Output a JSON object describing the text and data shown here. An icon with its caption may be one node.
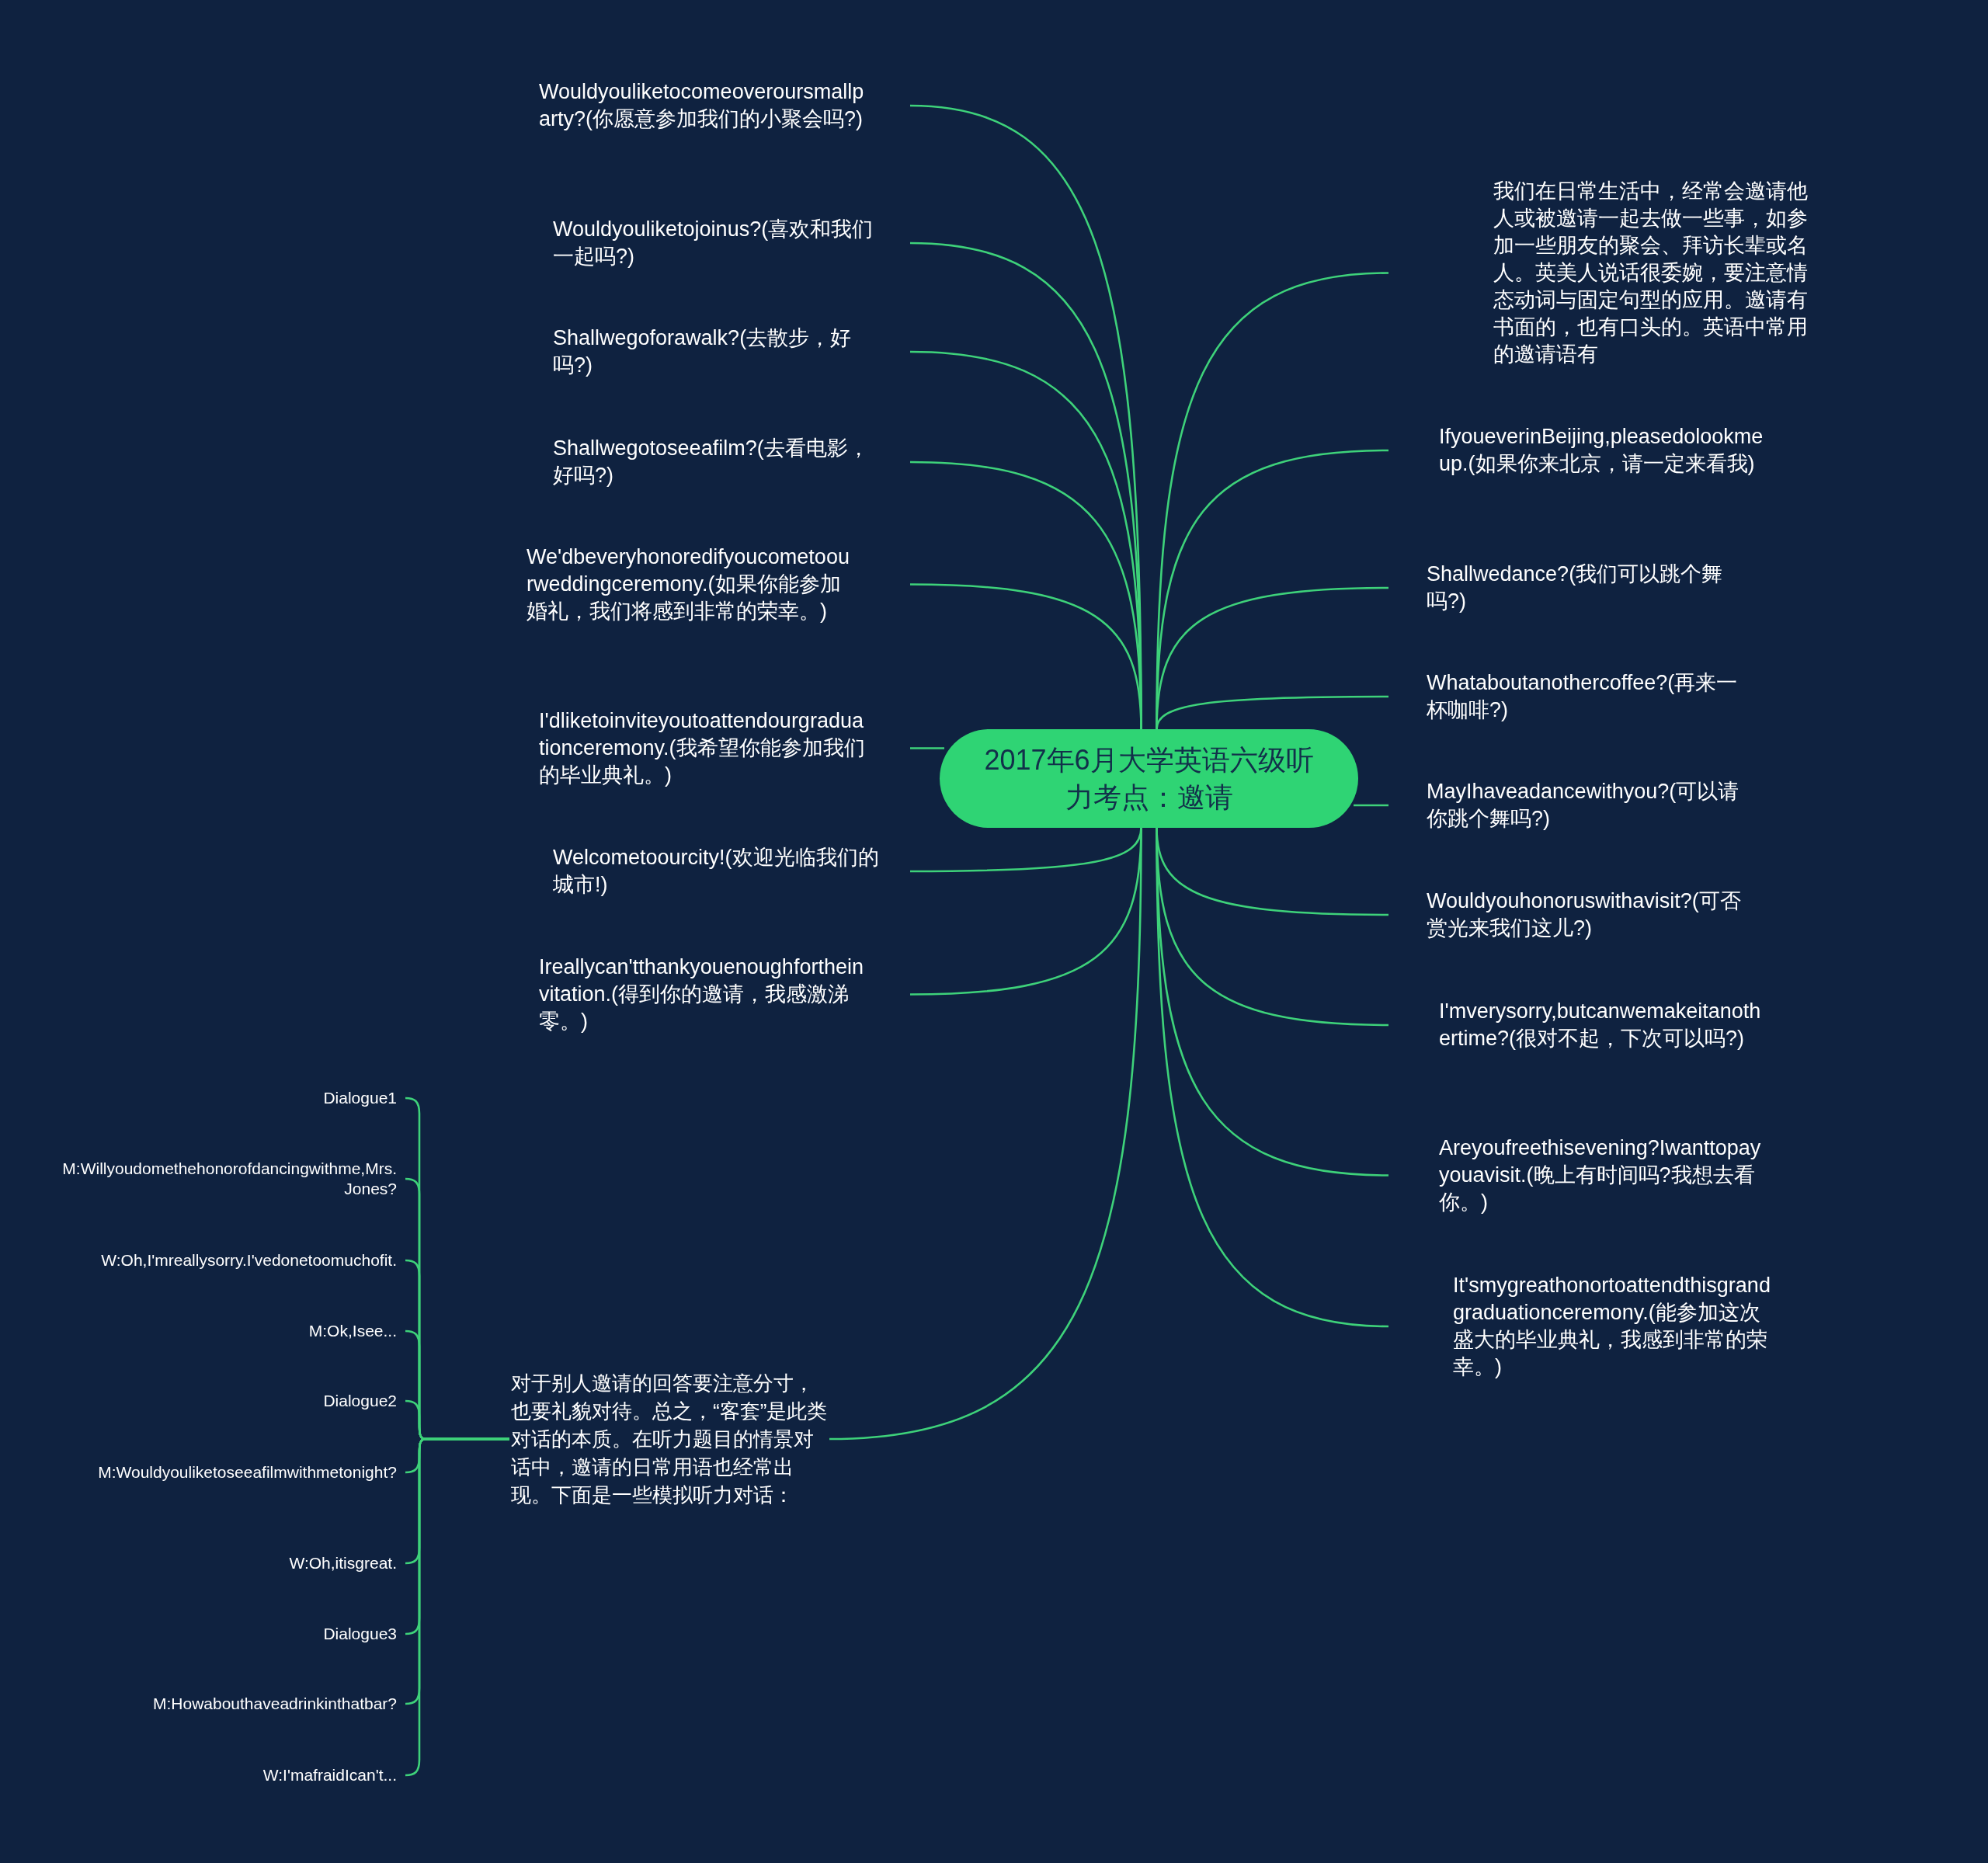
{
  "diagram": {
    "nodes": [
      {
        "text": [
          "2017年6月大学英语六级听力考点：邀请"
        ]
      },
      {
        "text": [
          "Wouldyouliketocomeoveroursmallparty?(你愿意参加我们的小聚会吗?)"
        ]
      },
      {
        "text": [
          "Wouldyouliketojoinus?(喜欢和我们一起吗?)"
        ]
      },
      {
        "text": [
          "Shallwegoforawalk?(去散步，好吗?)"
        ]
      },
      {
        "text": [
          "Shallwegotoseeafilm?(去看电影，好吗?)"
        ]
      },
      {
        "text": [
          "We'dbeveryhonoredifyoucometoourweddingceremony.(如果你能参加婚礼，我们将感到非常的荣幸。)"
        ]
      },
      {
        "text": [
          "I'dliketoinviteyoutoattendourgraduationceremony.(我希望你能参加我们的毕业典礼。)"
        ]
      },
      {
        "text": [
          "Welcometoourcity!(欢迎光临我们的城市!)"
        ]
      },
      {
        "text": [
          "Ireallycan'tthankyouenoughfortheinvitation.(得到你的邀请，我感激涕零。)"
        ]
      },
      {
        "text": [
          "对于别人邀请的回答要注意分寸，也要礼貌对待。总之，“客套”是此类对话的本质。在听力题目的情景对话中，邀请的日常用语也经常出现。下面是一些模拟听力对话："
        ]
      },
      {
        "text": [
          "Dialogue1"
        ]
      },
      {
        "text": [
          "M:Willyoudomethehonorofdancingwithme,Mrs.Jones?"
        ]
      },
      {
        "text": [
          "W:Oh,I'mreallysorry.I'vedonetoomuchofit."
        ]
      },
      {
        "text": [
          "M:Ok,Isee..."
        ]
      },
      {
        "text": [
          "Dialogue2"
        ]
      },
      {
        "text": [
          "M:Wouldyouliketoseeafilmwithmetonight?"
        ]
      },
      {
        "text": [
          "W:Oh,itisgreat."
        ]
      },
      {
        "text": [
          "Dialogue3"
        ]
      },
      {
        "text": [
          "M:Howabouthaveadrinkinthatbar?"
        ]
      },
      {
        "text": [
          "W:I'mafraidIcan't..."
        ]
      },
      {
        "text": [
          "我们在日常生活中，经常会邀请他人或被邀请一起去做一些事，如参加一些朋友的聚会、拜访长辈或名人。英美人说话很委婉，要注意情态动词与固定句型的应用。邀请有书面的，也有口头的。英语中常用的邀请语有"
        ]
      },
      {
        "text": [
          "IfyoueverinBeijing,pleasedolookmeup.(如果你来北京，请一定来看我)"
        ]
      },
      {
        "text": [
          "Shallwedance?(我们可以跳个舞吗?)"
        ]
      },
      {
        "text": [
          "Whataboutanothercoffee?(再来一杯咖啡?)"
        ]
      },
      {
        "text": [
          "MayIhaveadancewithyou?(可以请你跳个舞吗?)"
        ]
      },
      {
        "text": [
          "Wouldyouhonoruswithavisit?(可否赏光来我们这儿?)"
        ]
      },
      {
        "text": [
          "I'mverysorry,butcanwemakeitanothertime?(很对不起，下次可以吗?)"
        ]
      },
      {
        "text": [
          "Areyoufreethisevening?Iwanttopayyouavisit.(晚上有时间吗?我想去看你。)"
        ]
      },
      {
        "text": [
          "It'smygreathonortoattendthisgrandgraduationceremony.(能参加这次盛大的毕业典礼，我感到非常的荣幸。)"
        ]
      }
    ],
    "edges": [
      {
        "from": 0,
        "to": 1,
        "arrow": "none"
      },
      {
        "from": 0,
        "to": 2,
        "arrow": "none"
      },
      {
        "from": 0,
        "to": 3,
        "arrow": "none"
      },
      {
        "from": 0,
        "to": 4,
        "arrow": "none"
      },
      {
        "from": 0,
        "to": 5,
        "arrow": "none"
      },
      {
        "from": 0,
        "to": 6,
        "arrow": "none"
      },
      {
        "from": 0,
        "to": 7,
        "arrow": "none"
      },
      {
        "from": 0,
        "to": 8,
        "arrow": "none"
      },
      {
        "from": 0,
        "to": 9,
        "arrow": "none"
      },
      {
        "from": 9,
        "to": 10,
        "arrow": "none"
      },
      {
        "from": 9,
        "to": 11,
        "arrow": "none"
      },
      {
        "from": 9,
        "to": 12,
        "arrow": "none"
      },
      {
        "from": 9,
        "to": 13,
        "arrow": "none"
      },
      {
        "from": 9,
        "to": 14,
        "arrow": "none"
      },
      {
        "from": 9,
        "to": 15,
        "arrow": "none"
      },
      {
        "from": 9,
        "to": 16,
        "arrow": "none"
      },
      {
        "from": 9,
        "to": 17,
        "arrow": "none"
      },
      {
        "from": 9,
        "to": 18,
        "arrow": "none"
      },
      {
        "from": 9,
        "to": 19,
        "arrow": "none"
      },
      {
        "from": 0,
        "to": 20,
        "arrow": "none"
      },
      {
        "from": 0,
        "to": 21,
        "arrow": "none"
      },
      {
        "from": 0,
        "to": 22,
        "arrow": "none"
      },
      {
        "from": 0,
        "to": 23,
        "arrow": "none"
      },
      {
        "from": 0,
        "to": 24,
        "arrow": "none"
      },
      {
        "from": 0,
        "to": 25,
        "arrow": "none"
      },
      {
        "from": 0,
        "to": 26,
        "arrow": "none"
      },
      {
        "from": 0,
        "to": 27,
        "arrow": "none"
      },
      {
        "from": 0,
        "to": 28,
        "arrow": "none"
      }
    ]
  }
}
